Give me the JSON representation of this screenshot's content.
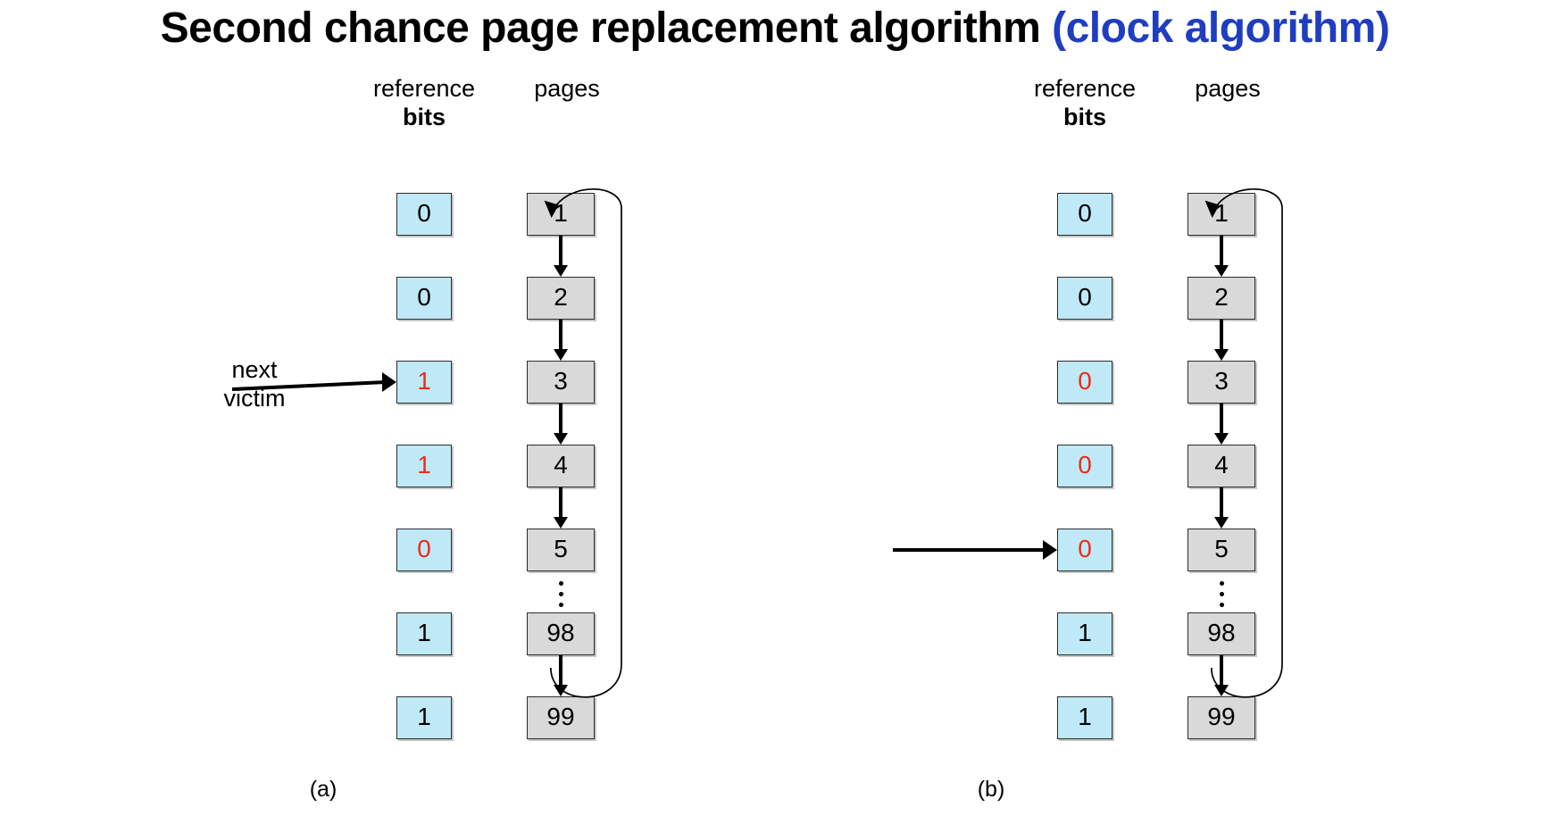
{
  "title": {
    "main": "Second chance page replacement algorithm ",
    "highlight": "(clock algorithm)",
    "highlight_color": "#1f3dbf"
  },
  "colors": {
    "bit_box_fill": "#bfe9f7",
    "page_box_fill": "#d9d9d9",
    "box_border": "#2b2b2b",
    "set_bit_color": "#ee2b1c",
    "arrow_color": "#000000"
  },
  "headings": {
    "reference_bits_line1": "reference",
    "reference_bits_line2": "bits",
    "pages": "pages"
  },
  "panels": [
    {
      "id": "a",
      "caption": "(a)",
      "pointer": {
        "label_line1": "next",
        "label_line2": "victim",
        "target_row": 2,
        "style": "angled"
      },
      "rows": [
        {
          "bit": "0",
          "bit_red": false,
          "page": "1"
        },
        {
          "bit": "0",
          "bit_red": false,
          "page": "2"
        },
        {
          "bit": "1",
          "bit_red": true,
          "page": "3"
        },
        {
          "bit": "1",
          "bit_red": true,
          "page": "4"
        },
        {
          "bit": "0",
          "bit_red": true,
          "page": "5"
        },
        {
          "bit": "1",
          "bit_red": false,
          "page": "98"
        },
        {
          "bit": "1",
          "bit_red": false,
          "page": "99"
        }
      ]
    },
    {
      "id": "b",
      "caption": "(b)",
      "pointer": {
        "label_line1": "",
        "label_line2": "",
        "target_row": 4,
        "style": "straight"
      },
      "rows": [
        {
          "bit": "0",
          "bit_red": false,
          "page": "1"
        },
        {
          "bit": "0",
          "bit_red": false,
          "page": "2"
        },
        {
          "bit": "0",
          "bit_red": true,
          "page": "3"
        },
        {
          "bit": "0",
          "bit_red": true,
          "page": "4"
        },
        {
          "bit": "0",
          "bit_red": true,
          "page": "5"
        },
        {
          "bit": "1",
          "bit_red": false,
          "page": "98"
        },
        {
          "bit": "1",
          "bit_red": false,
          "page": "99"
        }
      ]
    }
  ],
  "layout": {
    "row_tops": [
      136,
      230,
      324,
      418,
      512,
      606,
      700
    ],
    "ellipsis_after_row": 4
  }
}
